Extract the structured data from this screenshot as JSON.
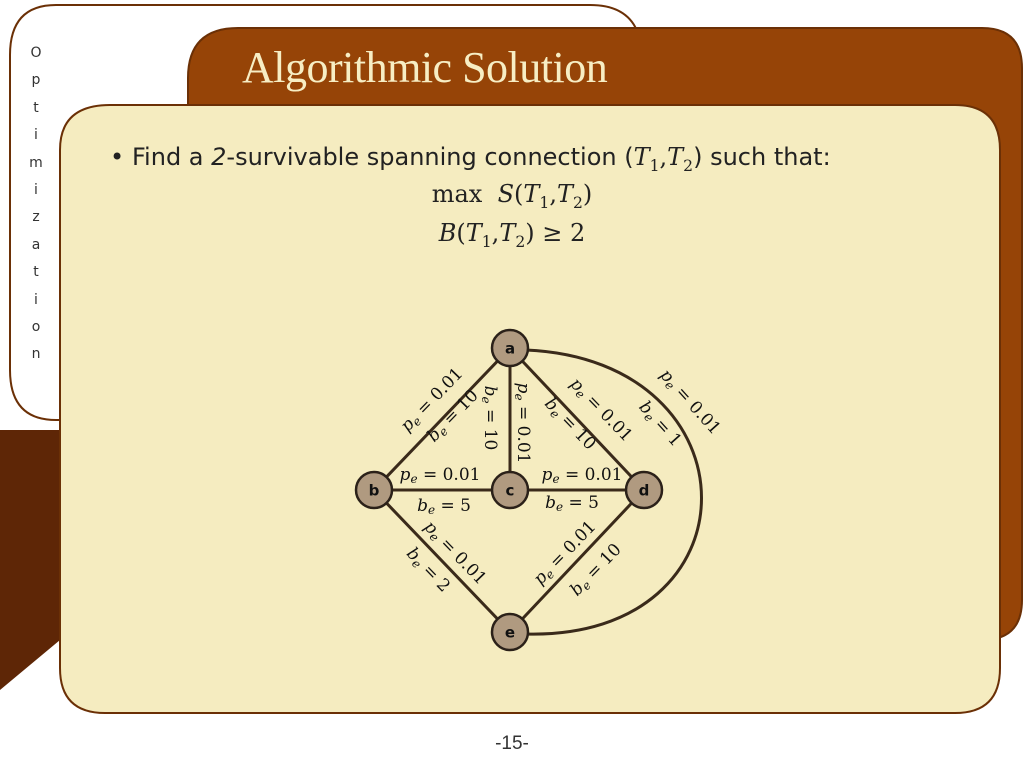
{
  "side_tab": {
    "letters": [
      "O",
      "p",
      "t",
      "i",
      "m",
      "i",
      "z",
      "a",
      "t",
      "i",
      "o",
      "n"
    ]
  },
  "title": "Algorithmic Solution",
  "content": {
    "bullet": "•",
    "find_pre": "Find a ",
    "find_k": "2",
    "find_mid": "-survivable spanning connection (",
    "T": "T",
    "sub1": "1",
    "comma": ",",
    "sub2": "2",
    "find_post": ") such that:",
    "formula1_max": "max",
    "formula1_S": "S",
    "formula2_B": "B",
    "formula2_ge": "≥ 2"
  },
  "graph": {
    "nodes": [
      {
        "id": "a",
        "label": "a"
      },
      {
        "id": "b",
        "label": "b"
      },
      {
        "id": "c",
        "label": "c"
      },
      {
        "id": "d",
        "label": "d"
      },
      {
        "id": "e",
        "label": "e"
      }
    ],
    "edges": [
      {
        "from": "a",
        "to": "b",
        "p_label": "p_e = 0.01",
        "b_label": "b_e = 10"
      },
      {
        "from": "a",
        "to": "c",
        "p_label": "p_e = 0.01",
        "b_label": "b_e = 10"
      },
      {
        "from": "a",
        "to": "d",
        "p_label": "p_e = 0.01",
        "b_label": "b_e = 10"
      },
      {
        "from": "a",
        "to": "e",
        "p_label": "p_e = 0.01",
        "b_label": "b_e = 1"
      },
      {
        "from": "b",
        "to": "c",
        "p_label": "p_e = 0.01",
        "b_label": "b_e = 5"
      },
      {
        "from": "c",
        "to": "d",
        "p_label": "p_e = 0.01",
        "b_label": "b_e = 5"
      },
      {
        "from": "b",
        "to": "e",
        "p_label": "p_e = 0.01",
        "b_label": "b_e = 2"
      },
      {
        "from": "d",
        "to": "e",
        "p_label": "p_e = 0.01",
        "b_label": "b_e = 10"
      }
    ]
  },
  "page_number": "-15-",
  "colors": {
    "frame_brown": "#964407",
    "panel_cream": "#f5ecc0",
    "dark_brown": "#5e2606",
    "node_fill": "#b09a80"
  }
}
